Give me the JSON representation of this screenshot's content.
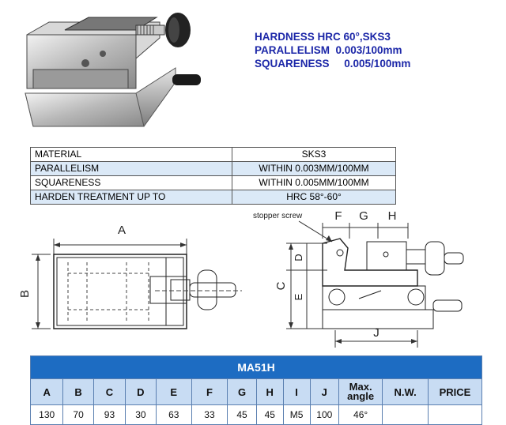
{
  "specs": {
    "hardness": "HARDNESS HRC 60°,SKS3",
    "parallelism": "PARALLELISM  0.003/100mm",
    "squareness": "SQUARENESS     0.005/100mm"
  },
  "material_table": [
    {
      "label": "MATERIAL",
      "value": "SKS3"
    },
    {
      "label": "PARALLELISM",
      "value": "WITHIN 0.003MM/100MM"
    },
    {
      "label": "SQUARENESS",
      "value": "WITHIN 0.005MM/100MM"
    },
    {
      "label": "HARDEN TREATMENT UP TO",
      "value": "HRC 58°-60°"
    }
  ],
  "drawing_left": {
    "A": "A",
    "B": "B"
  },
  "drawing_right": {
    "stopper": "stopper screw",
    "F": "F",
    "G": "G",
    "H": "H",
    "C": "C",
    "D": "D",
    "E": "E",
    "J": "J"
  },
  "dim_table": {
    "title": "MA51H",
    "headers": [
      "A",
      "B",
      "C",
      "D",
      "E",
      "F",
      "G",
      "H",
      "I",
      "J",
      "Max.\nangle",
      "N.W.",
      "PRICE"
    ],
    "values": [
      "130",
      "70",
      "93",
      "30",
      "63",
      "33",
      "45",
      "45",
      "M5",
      "100",
      "46°",
      "",
      ""
    ]
  }
}
